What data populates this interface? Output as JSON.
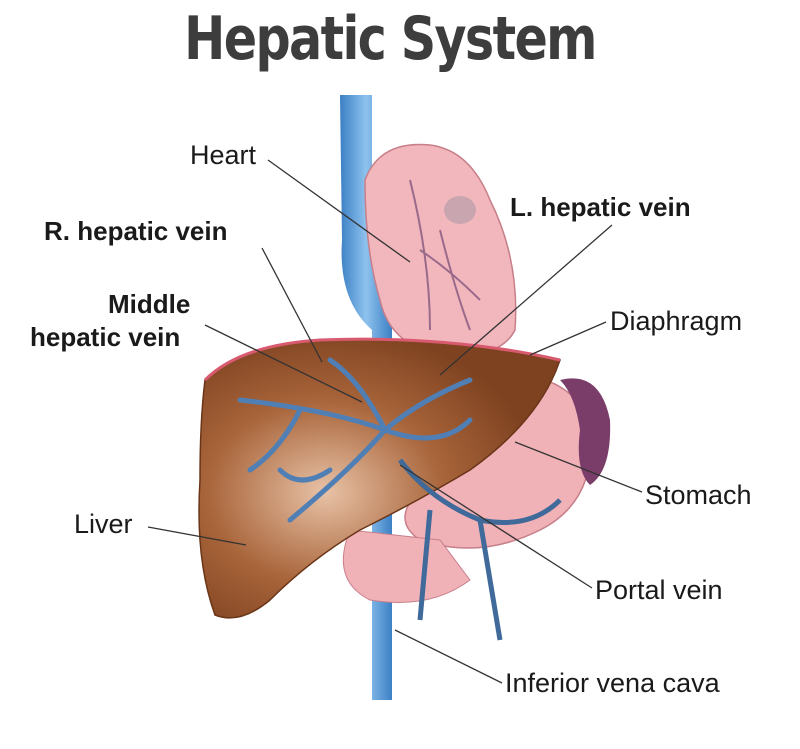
{
  "title": "Hepatic System",
  "labels": {
    "heart": "Heart",
    "r_hepatic_vein": "R. hepatic vein",
    "middle_hepatic_vein_1": "Middle",
    "middle_hepatic_vein_2": "hepatic vein",
    "l_hepatic_vein": "L. hepatic vein",
    "diaphragm": "Diaphragm",
    "stomach": "Stomach",
    "liver": "Liver",
    "portal_vein": "Portal vein",
    "inferior_vena_cava": "Inferior vena cava"
  },
  "colors": {
    "liver": "#8a4a22",
    "vein": "#4f7fb5",
    "heart": "#f2b6bd",
    "spleen": "#7a3d6a",
    "title": "#3d3d3d"
  }
}
